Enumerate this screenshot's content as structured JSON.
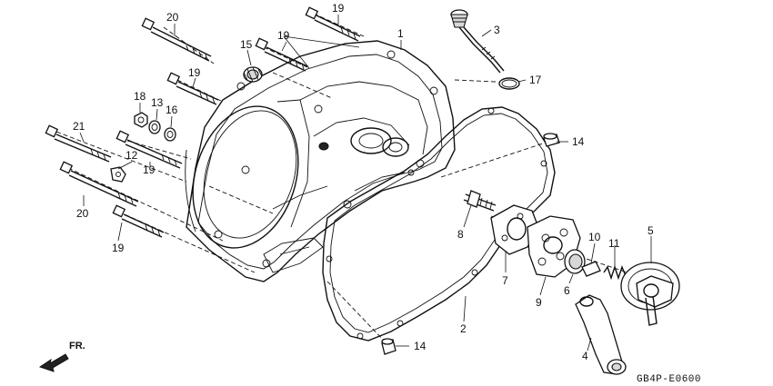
{
  "diagram": {
    "drawing_code": "GB4P-E0600",
    "direction_label": "FR.",
    "callouts": [
      {
        "id": "c1",
        "label": "1"
      },
      {
        "id": "c2",
        "label": "2"
      },
      {
        "id": "c3",
        "label": "3"
      },
      {
        "id": "c4",
        "label": "4"
      },
      {
        "id": "c5",
        "label": "5"
      },
      {
        "id": "c6",
        "label": "6"
      },
      {
        "id": "c7",
        "label": "7"
      },
      {
        "id": "c8",
        "label": "8"
      },
      {
        "id": "c9",
        "label": "9"
      },
      {
        "id": "c10",
        "label": "10"
      },
      {
        "id": "c11",
        "label": "11"
      },
      {
        "id": "c12",
        "label": "12"
      },
      {
        "id": "c13",
        "label": "13"
      },
      {
        "id": "c14a",
        "label": "14"
      },
      {
        "id": "c14b",
        "label": "14"
      },
      {
        "id": "c15",
        "label": "15"
      },
      {
        "id": "c16",
        "label": "16"
      },
      {
        "id": "c17",
        "label": "17"
      },
      {
        "id": "c18",
        "label": "18"
      },
      {
        "id": "c19a",
        "label": "19"
      },
      {
        "id": "c19b",
        "label": "19"
      },
      {
        "id": "c19c",
        "label": "19"
      },
      {
        "id": "c19d",
        "label": "19"
      },
      {
        "id": "c19e",
        "label": "19"
      },
      {
        "id": "c20a",
        "label": "20"
      },
      {
        "id": "c20b",
        "label": "20"
      },
      {
        "id": "c21",
        "label": "21"
      }
    ]
  }
}
